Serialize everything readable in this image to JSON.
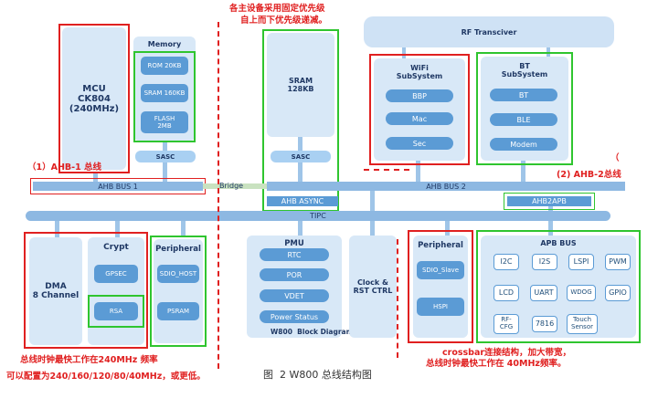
{
  "rf": {
    "label": "RF Transciver"
  },
  "mcu": {
    "l1": "MCU",
    "l2": "CK804",
    "l3": "(240MHz)"
  },
  "memory": {
    "title": "Memory",
    "items": [
      "ROM 20KB",
      "SRAM 160KB",
      "FLASH\n2MB"
    ]
  },
  "sasc": [
    "SASC",
    "SASC"
  ],
  "sram": {
    "l1": "SRAM",
    "l2": "128KB"
  },
  "wifi": {
    "l1": "WiFi",
    "l2": "SubSystem",
    "items": [
      "BBP",
      "Mac",
      "Sec"
    ]
  },
  "bt": {
    "l1": "BT",
    "l2": "SubSystem",
    "items": [
      "BT",
      "BLE",
      "Modem"
    ]
  },
  "buses": {
    "ahb1": "AHB BUS 1",
    "bridge": "Bridge",
    "ahb2": "AHB BUS 2",
    "ahb_async": "AHB ASYNC",
    "ahb2apb": "AHB2APB",
    "tipc": "TIPC"
  },
  "dma": {
    "l1": "DMA",
    "l2": "8 Channel"
  },
  "crypt": {
    "title": "Crypt",
    "items": [
      "GPSEC",
      "RSA"
    ]
  },
  "periph_left": {
    "title": "Peripheral",
    "items": [
      "SDIO_HOST",
      "PSRAM"
    ]
  },
  "pmu": {
    "title": "PMU",
    "items": [
      "RTC",
      "POR",
      "VDET",
      "Power Status"
    ],
    "caption": "W800  Block Diagram"
  },
  "clock": {
    "l1": "Clock &",
    "l2": "RST CTRL"
  },
  "periph_right": {
    "title": "Peripheral",
    "items": [
      "SDIO_Slave",
      "HSPI"
    ]
  },
  "apb": {
    "title": "APB BUS",
    "items": [
      "I2C",
      "I2S",
      "LSPI",
      "PWM",
      "LCD",
      "UART",
      "WDOG",
      "GPIO",
      "RF-\nCFG",
      "7816",
      "Touch\nSensor"
    ]
  },
  "notes": {
    "top1": "各主设备采用固定优先级",
    "top2": "自上而下优先级递减。",
    "ahb1": "（1）AHB-1 总线",
    "ahb2_paren": "（",
    "ahb2": "(2) AHB-2总线",
    "bl1": "总线时钟最快工作在240MHz 频率",
    "bl2": "可以配置为240/160/120/80/40MHz，或更低。",
    "br1": "crossbar连接结构，加大带宽，",
    "br2": "总线时钟最快工作在 40MHz频率。",
    "caption": "图  2 W800 总线结构图"
  }
}
